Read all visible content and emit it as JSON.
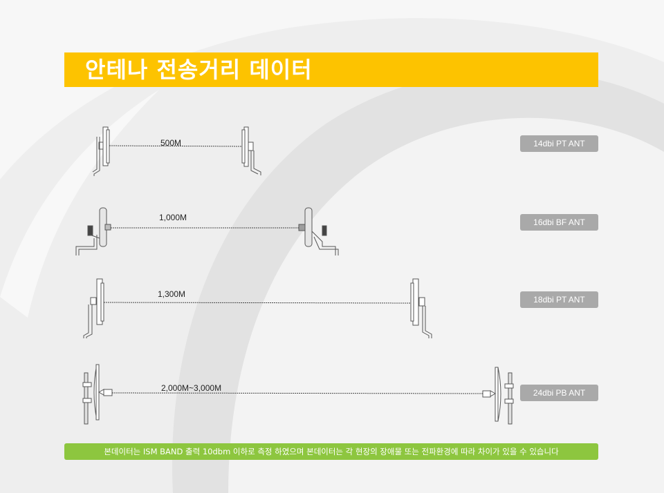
{
  "title": "안테나 전송거리 데이터",
  "rows": [
    {
      "distance": "500M",
      "antenna": "14dbi PT ANT"
    },
    {
      "distance": "1,000M",
      "antenna": "16dbi BF ANT"
    },
    {
      "distance": "1,300M",
      "antenna": "18dbi PT ANT"
    },
    {
      "distance": "2,000M~3,000M",
      "antenna": "24dbi PB ANT"
    }
  ],
  "footer_note": "본데이터는 ISM BAND 출력 10dbm 이하로 측정 하였으며 본데이터는 각 현장의 장애물 또는 전파환경에 따라 차이가 있을 수 있습니다",
  "colors": {
    "title_bar": "#fdc300",
    "badge": "#a9a9a9",
    "footer": "#8dc63f"
  }
}
